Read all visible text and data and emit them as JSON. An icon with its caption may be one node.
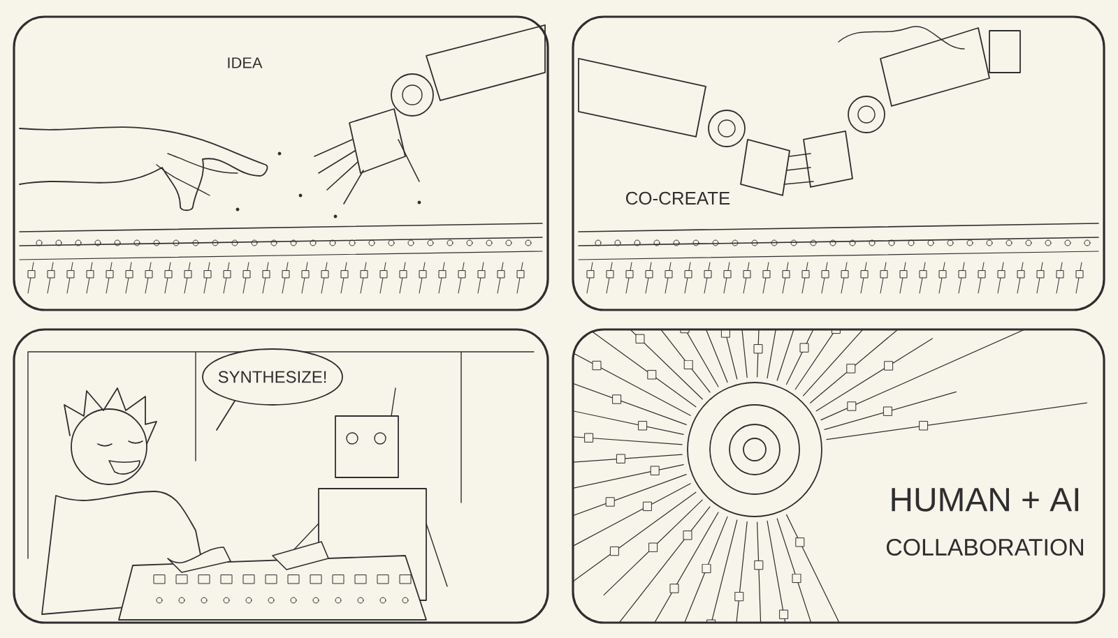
{
  "diagram": {
    "nodes": [
      {
        "text": [
          "IDEA"
        ]
      },
      {
        "text": [
          "CO-CREATE"
        ]
      },
      {
        "text": [],
        "shape": "box"
      },
      {
        "text": [
          "SYNTHESIZE!"
        ],
        "in": 2
      },
      {
        "text": [
          "HUMAN + AI",
          "COLLABORATION"
        ]
      }
    ]
  }
}
